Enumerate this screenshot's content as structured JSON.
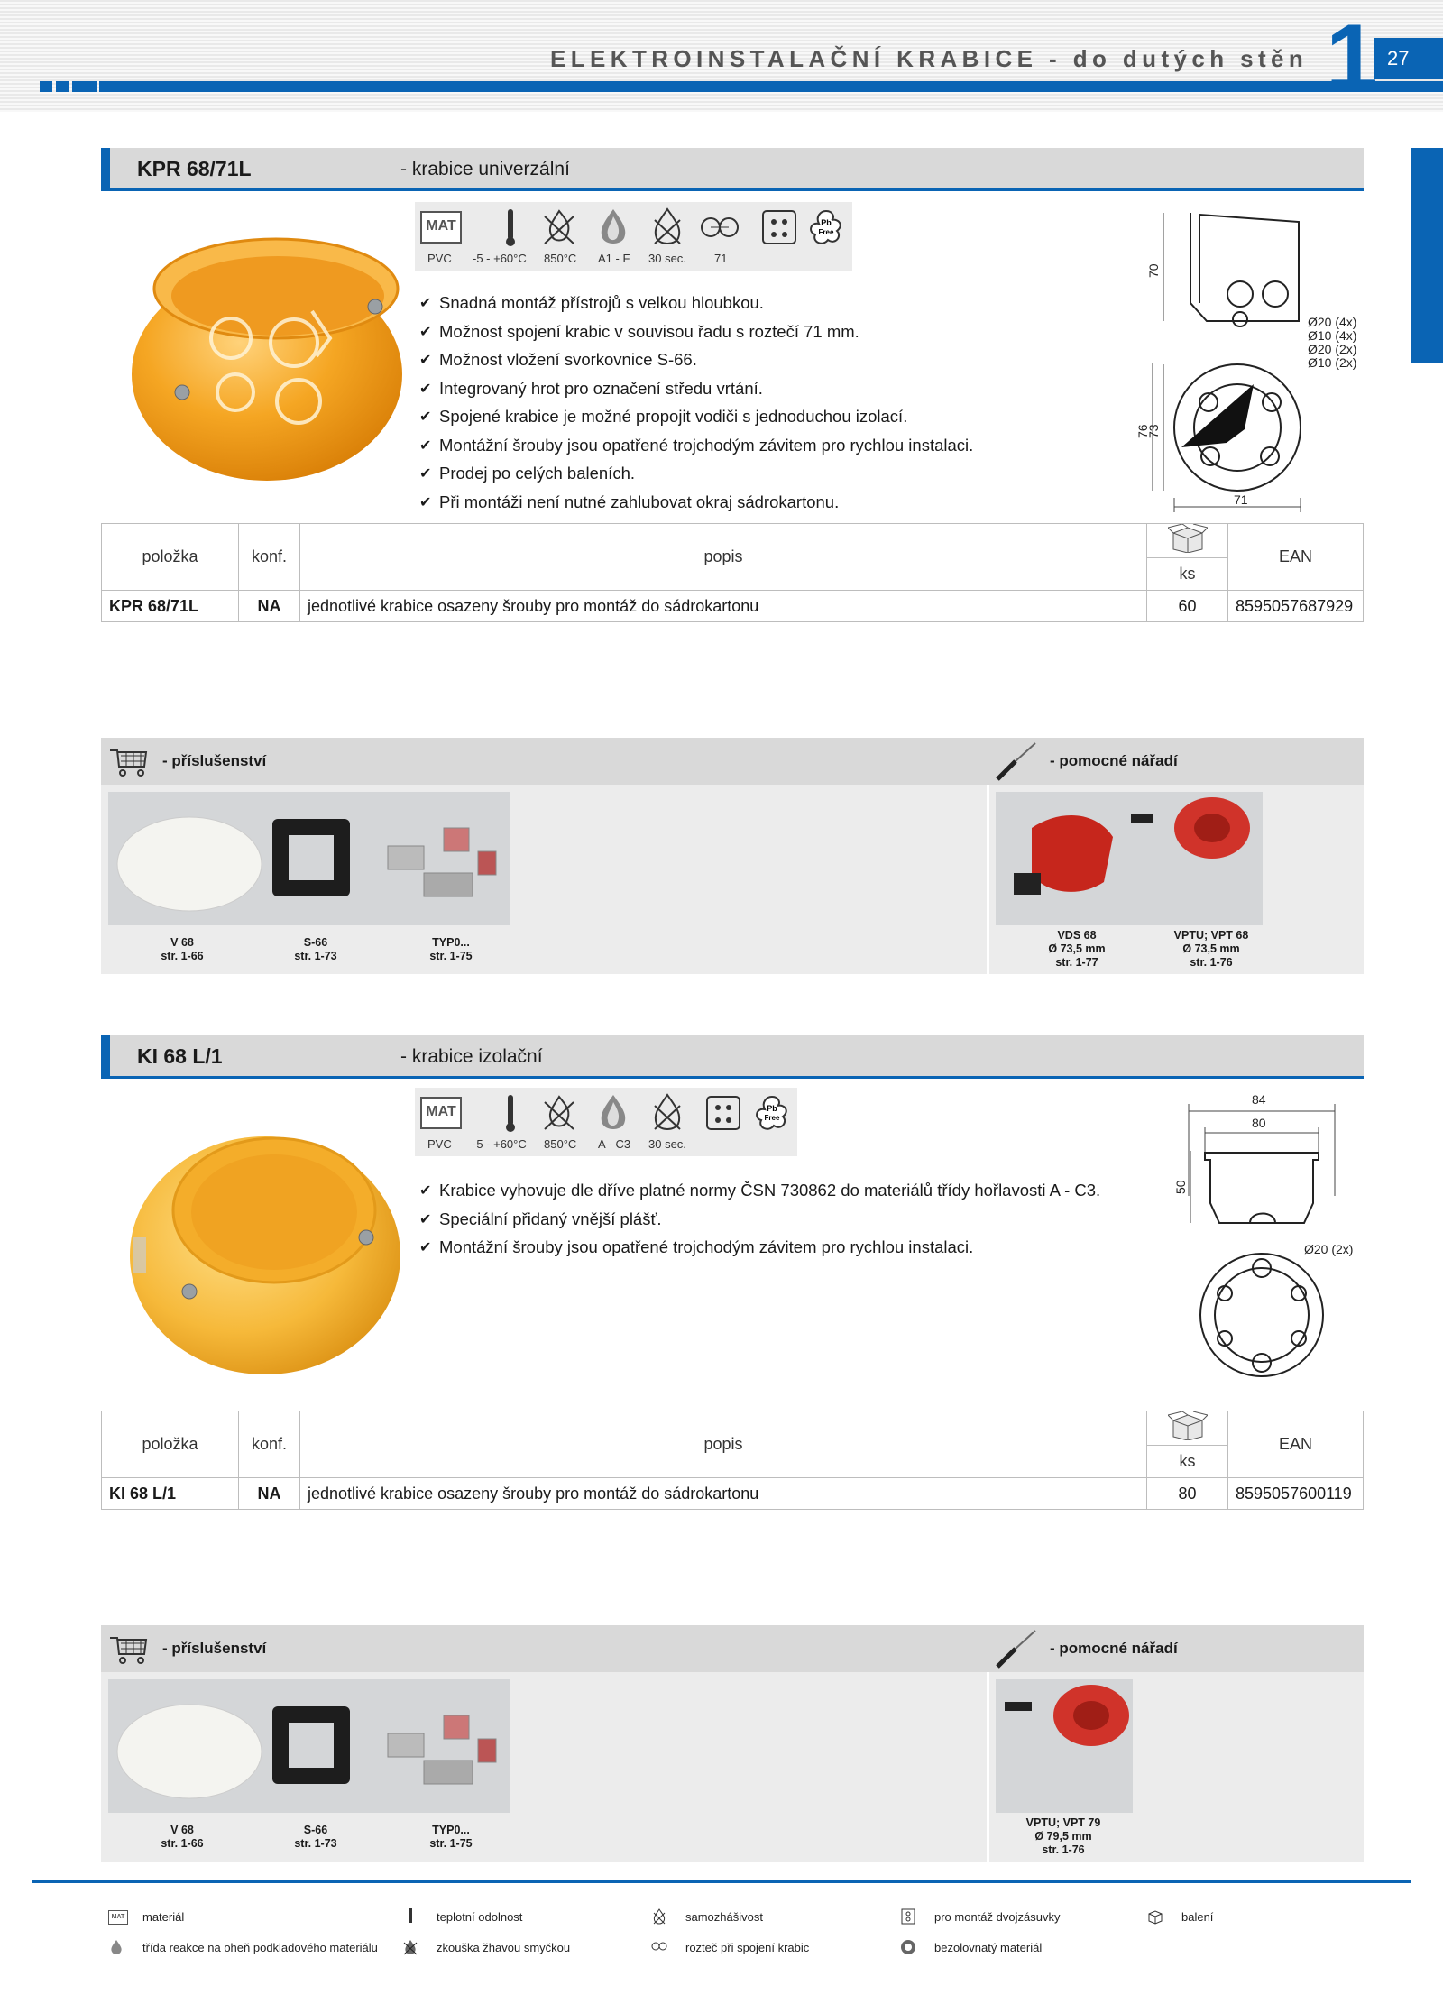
{
  "header": {
    "title": "ELEKTROINSTALAČNÍ KRABICE - do dutých stěn",
    "chapter": "1",
    "page": "27"
  },
  "product1": {
    "code": "KPR 68/71L",
    "subtitle": "- krabice univerzální",
    "icon_labels": [
      "PVC",
      "-5 - +60°C",
      "850°C",
      "A1 - F",
      "30 sec.",
      "71"
    ],
    "mat_label": "MAT",
    "pb_label": "Pb Free",
    "features": [
      "Snadná montáž přístrojů s velkou hloubkou.",
      "Možnost spojení krabic v souvisou řadu s roztečí 71 mm.",
      "Možnost vložení svorkovnice S-66.",
      "Integrovaný hrot pro označení středu vrtání.",
      "Spojené krabice je možné propojit vodiči s jednoduchou izolací.",
      "Montážní šrouby jsou opatřené trojchodým závitem pro rychlou instalaci.",
      "Prodej po celých baleních.",
      "Při montáži není nutné zahlubovat okraj sádrokartonu."
    ],
    "drawing": {
      "dim_70": "70",
      "dim_76": "76",
      "dim_73": "73",
      "dim_71": "71",
      "notes": [
        "Ø20 (4x)",
        "Ø10 (4x)",
        "Ø20 (2x)",
        "Ø10 (2x)"
      ]
    },
    "table": {
      "headers": {
        "item": "položka",
        "conf": "konf.",
        "desc": "popis",
        "ks": "ks",
        "ean": "EAN"
      },
      "row": {
        "item": "KPR 68/71L",
        "conf": "NA",
        "desc": "jednotlivé krabice osazeny šrouby pro montáž do sádrokartonu",
        "ks": "60",
        "ean": "8595057687929"
      }
    },
    "accessories": {
      "title": "- příslušenství",
      "items": [
        {
          "name": "V 68",
          "ref": "str. 1-66"
        },
        {
          "name": "S-66",
          "ref": "str. 1-73"
        },
        {
          "name": "TYP0...",
          "ref": "str. 1-75"
        }
      ]
    },
    "tools": {
      "title": "- pomocné nářadí",
      "items": [
        {
          "name": "VDS 68",
          "size": "Ø 73,5 mm",
          "ref": "str. 1-77"
        },
        {
          "name": "VPTU; VPT 68",
          "size": "Ø 73,5 mm",
          "ref": "str. 1-76"
        }
      ]
    }
  },
  "product2": {
    "code": "KI 68 L/1",
    "subtitle": "- krabice izolační",
    "icon_labels": [
      "PVC",
      "-5 - +60°C",
      "850°C",
      "A - C3",
      "30 sec."
    ],
    "mat_label": "MAT",
    "pb_label": "Pb Free",
    "features": [
      "Krabice vyhovuje dle dříve platné normy ČSN 730862 do materiálů třídy hořlavosti A - C3.",
      "Speciální přidaný vnější plášť.",
      "Montážní šrouby jsou opatřené trojchodým závitem pro rychlou instalaci."
    ],
    "drawing": {
      "dim_84": "84",
      "dim_80": "80",
      "dim_50": "50",
      "note": "Ø20 (2x)"
    },
    "table": {
      "headers": {
        "item": "položka",
        "conf": "konf.",
        "desc": "popis",
        "ks": "ks",
        "ean": "EAN"
      },
      "row": {
        "item": "KI 68 L/1",
        "conf": "NA",
        "desc": "jednotlivé krabice osazeny šrouby pro montáž do sádrokartonu",
        "ks": "80",
        "ean": "8595057600119"
      }
    },
    "accessories": {
      "title": "- příslušenství",
      "items": [
        {
          "name": "V 68",
          "ref": "str. 1-66"
        },
        {
          "name": "S-66",
          "ref": "str. 1-73"
        },
        {
          "name": "TYP0...",
          "ref": "str. 1-75"
        }
      ]
    },
    "tools": {
      "title": "- pomocné nářadí",
      "items": [
        {
          "name": "VPTU; VPT 79",
          "size": "Ø 79,5 mm",
          "ref": "str. 1-76"
        }
      ]
    }
  },
  "legend": {
    "items": [
      {
        "icon": "mat-icon",
        "label": "materiál"
      },
      {
        "icon": "thermometer-icon",
        "label": "teplotní odolnost"
      },
      {
        "icon": "flame-self-extinguish-icon",
        "label": "samozhášivost"
      },
      {
        "icon": "double-socket-icon",
        "label": "pro montáž dvojzásuvky"
      },
      {
        "icon": "box-icon",
        "label": "balení"
      },
      {
        "icon": "drop-flame-icon",
        "label": "třída reakce na oheň podkladového materiálu"
      },
      {
        "icon": "glow-wire-icon",
        "label": "zkouška žhavou smyčkou"
      },
      {
        "icon": "spacing-icon",
        "label": "rozteč při spojení krabic"
      },
      {
        "icon": "pb-free-icon",
        "label": "bezolovnatý materiál"
      }
    ]
  },
  "colors": {
    "accent": "#0a64b4",
    "box_orange": "#f2a52a",
    "box_yellow": "#f6b93a",
    "tool_red": "#c6261c"
  }
}
